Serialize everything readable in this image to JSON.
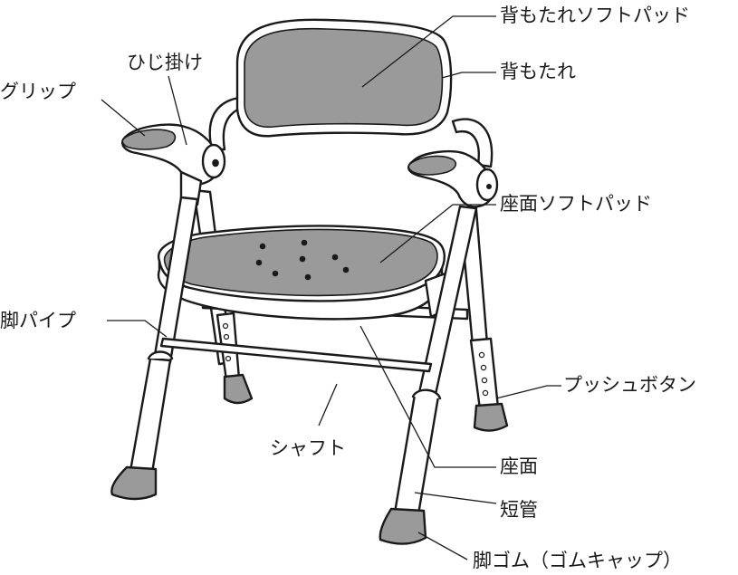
{
  "labels": {
    "backrest_soft_pad": "背もたれソフトパッド",
    "backrest": "背もたれ",
    "armrest": "ひじ掛け",
    "grip": "グリップ",
    "seat_soft_pad": "座面ソフトパッド",
    "leg_pipe": "脚パイプ",
    "push_button": "プッシュボタン",
    "shaft": "シャフト",
    "seat": "座面",
    "short_tube": "短管",
    "leg_rubber": "脚ゴム（ゴムキャップ）"
  },
  "colors": {
    "pad": "#9a9a9a",
    "outline": "#1a1a1a",
    "frame": "#ffffff"
  }
}
